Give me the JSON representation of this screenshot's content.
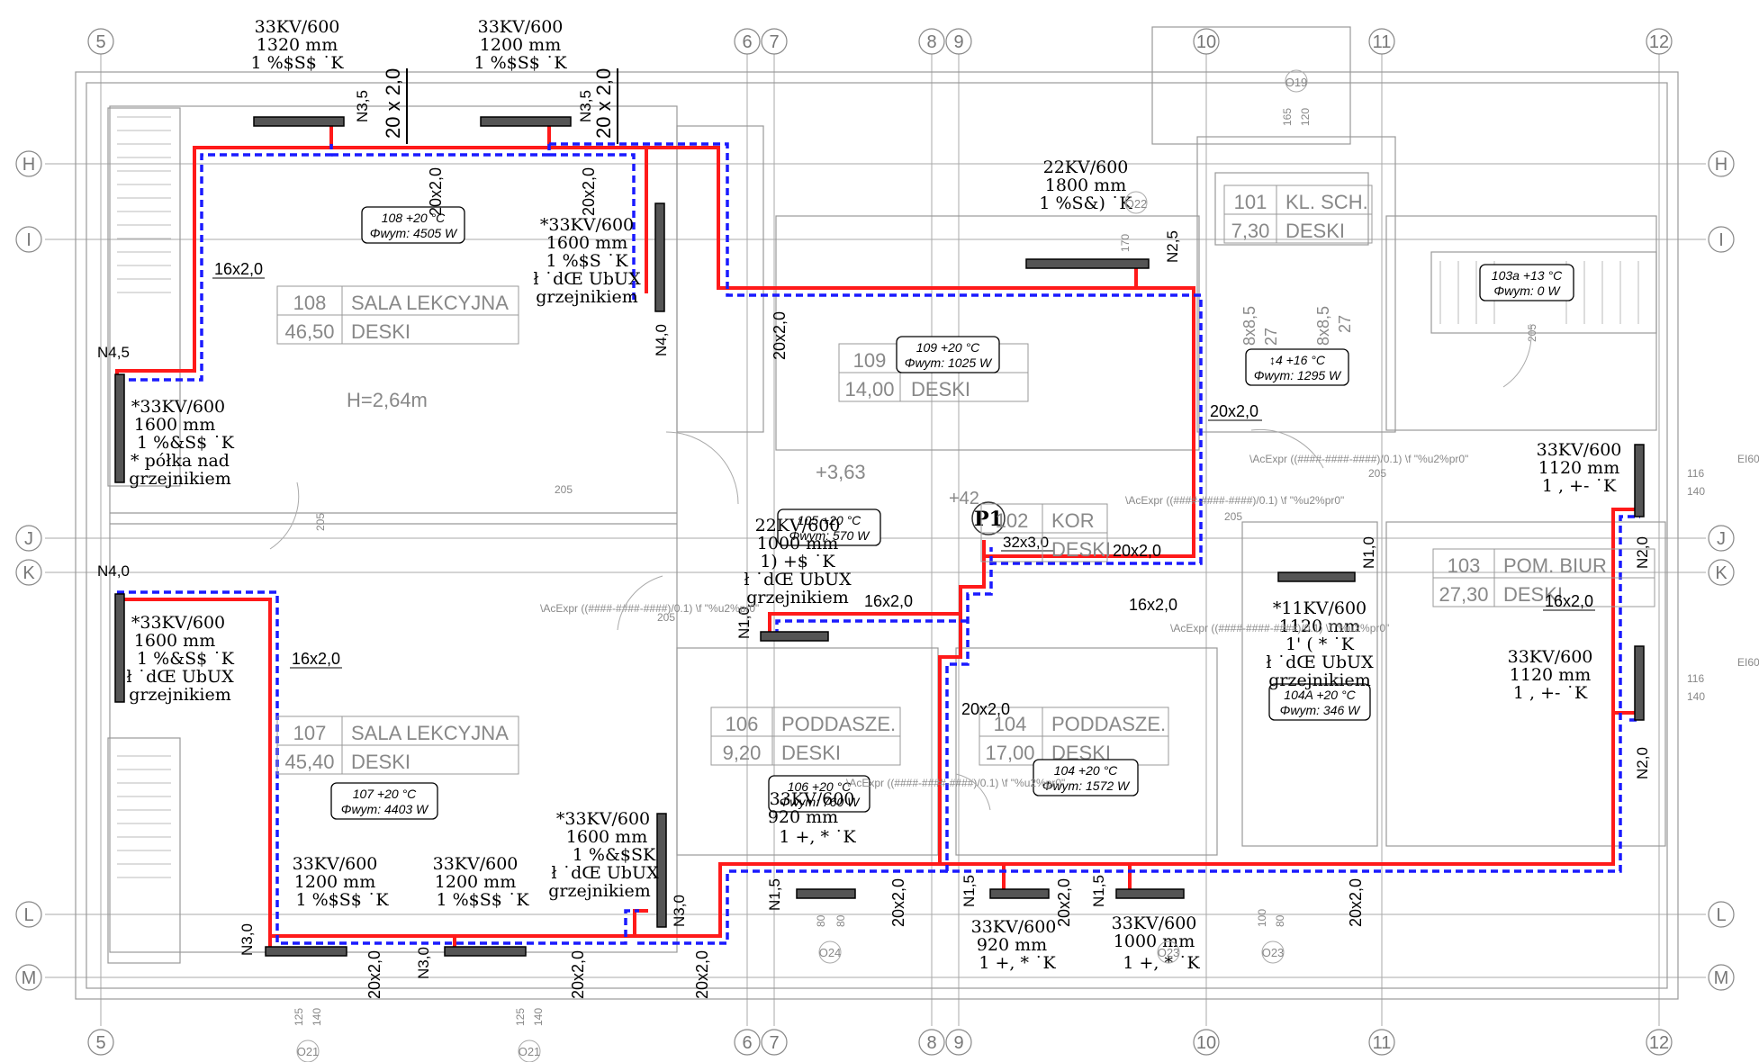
{
  "axes": {
    "vertical": [
      "5",
      "6",
      "7",
      "8",
      "9",
      "10",
      "11",
      "12"
    ],
    "horizontal": [
      "H",
      "I",
      "J",
      "K",
      "L",
      "M"
    ]
  },
  "rooms": [
    {
      "num": "108",
      "name": "SALA LEKCYJNA",
      "area": "46,50",
      "floor": "DESKI"
    },
    {
      "num": "107",
      "name": "SALA LEKCYJNA",
      "area": "45,40",
      "floor": "DESKI"
    },
    {
      "num": "109",
      "name": "",
      "area": "14,00",
      "floor": "DESKI"
    },
    {
      "num": "101",
      "name": "KL. SCH.",
      "area": "7,30",
      "floor": "DESKI"
    },
    {
      "num": "102",
      "name": "KOR",
      "area": "",
      "floor": "DESKI"
    },
    {
      "num": "103",
      "name": "POM. BIUR",
      "area": "27,30",
      "floor": "DESKI"
    },
    {
      "num": "106",
      "name": "PODDASZE.",
      "area": "9,20",
      "floor": "DESKI"
    },
    {
      "num": "104",
      "name": "PODDASZE.",
      "area": "17,00",
      "floor": "DESKI"
    }
  ],
  "tags": [
    {
      "l1": "108 +20 °C",
      "l2": "Φwym: 4505 W"
    },
    {
      "l1": "109 +20 °C",
      "l2": "Φwym: 1025 W"
    },
    {
      "l1": "↕4 +16 °C",
      "l2": "Φwym: 1295 W"
    },
    {
      "l1": "103a +13 °C",
      "l2": "Φwym: 0 W"
    },
    {
      "l1": "105 +20 °C",
      "l2": "Φwym: 570 W"
    },
    {
      "l1": "104A +20 °C",
      "l2": "Φwym: 346 W"
    },
    {
      "l1": "107 +20 °C",
      "l2": "Φwym: 4403 W"
    },
    {
      "l1": "106 +20 °C",
      "l2": "Φwym: 760 W"
    },
    {
      "l1": "104 +20 °C",
      "l2": "Φwym: 1572 W"
    }
  ],
  "radiators": [
    {
      "l1": "33KV/600",
      "l2": "1320 mm",
      "l3": "1 %$S$ ˙K",
      "l4": ""
    },
    {
      "l1": "33KV/600",
      "l2": "1200 mm",
      "l3": "1 %$S$ ˙K",
      "l4": ""
    },
    {
      "l1": "*33KV/600",
      "l2": "1600 mm",
      "l3": "1 %$S ˙K",
      "l4": "ł ˙dŒ UbUX"
    },
    {
      "l1": "22KV/600",
      "l2": "1800 mm",
      "l3": "1 %S&) ˙K",
      "l4": ""
    },
    {
      "l1": "*33KV/600",
      "l2": "1600 mm",
      "l3": "1 %&S$ ˙K",
      "l4": "* półka nad"
    },
    {
      "l1": "*33KV/600",
      "l2": "1600 mm",
      "l3": "1 %&S$ ˙K",
      "l4": "ł ˙dŒ UbUX"
    },
    {
      "l1": "22KV/600",
      "l2": "1000 mm",
      "l3": "1) +$ ˙K",
      "l4": "ł ˙dŒ UbUX"
    },
    {
      "l1": "*11KV/600",
      "l2": "1120 mm",
      "l3": "1' ( * ˙K",
      "l4": "ł ˙dŒ UbUX"
    },
    {
      "l1": "33KV/600",
      "l2": "1120 mm",
      "l3": "1 , +- ˙K",
      "l4": ""
    },
    {
      "l1": "33KV/600",
      "l2": "1120 mm",
      "l3": "1 , +- ˙K",
      "l4": ""
    },
    {
      "l1": "*33KV/600",
      "l2": "1600 mm",
      "l3": "1 %&$SK",
      "l4": "ł ˙dŒ UbUX"
    },
    {
      "l1": "33KV/600",
      "l2": "1200 mm",
      "l3": "1 %$S$ ˙K",
      "l4": ""
    },
    {
      "l1": "33KV/600",
      "l2": "1200 mm",
      "l3": "1 %$S$ ˙K",
      "l4": ""
    },
    {
      "l1": "33KV/600",
      "l2": "920 mm",
      "l3": "1 +, * ˙K",
      "l4": ""
    },
    {
      "l1": "33KV/600",
      "l2": "920 mm",
      "l3": "1 +, * ˙K",
      "l4": ""
    },
    {
      "l1": "33KV/600",
      "l2": "1000 mm",
      "l3": "1 +, * ˙K",
      "l4": ""
    }
  ],
  "misc": {
    "grzejnikiem": "grzejnikiem",
    "height": "H=2,64m",
    "level": "+3,63",
    "level2": "+42",
    "riser": "P1",
    "riser_pipe": "32x3,0",
    "pipe_16": "16x2,0",
    "pipe_20": "20x2,0",
    "pipe_20b": "20 x 2,0",
    "n35": "N3,5",
    "n45": "N4,5",
    "n40": "N4,0",
    "n25": "N2,5",
    "n10": "N1,0",
    "n20": "N2,0",
    "n30": "N3,0",
    "n15": "N1,5",
    "o19": "O19",
    "o21": "O21",
    "o22": "O22",
    "o23": "O23",
    "o24": "O24",
    "ei": "EI60",
    "d116": "116",
    "d140": "140",
    "d125": "125",
    "d205": "205",
    "d165": "165",
    "d120": "120",
    "d170": "170",
    "d80": "80",
    "d100": "100",
    "d27": "27",
    "d8x85": "8x8,5",
    "acexpr": "\\AcExpr ((####-####-####)/0.1) \\f \"%u2%pr0\""
  }
}
